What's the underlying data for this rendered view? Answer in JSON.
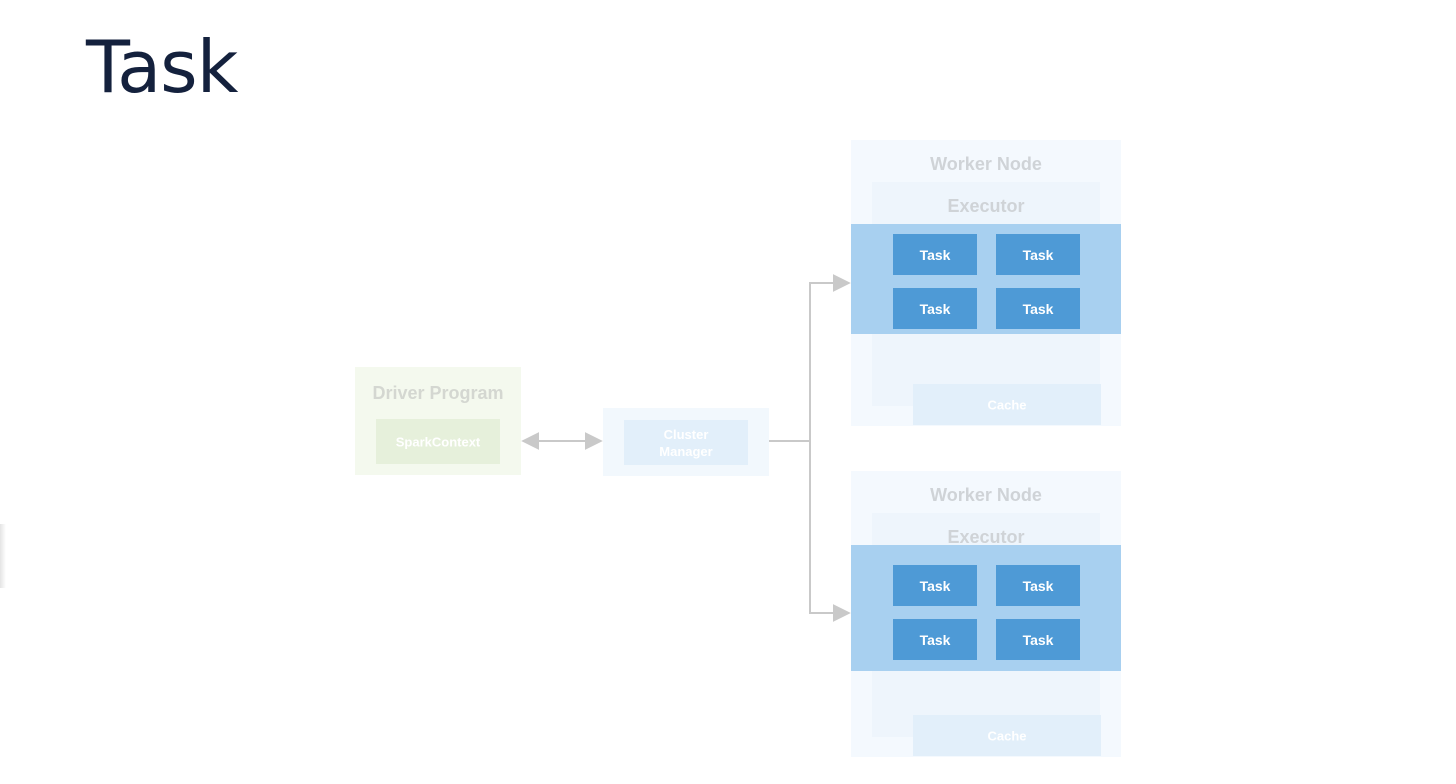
{
  "title": "Task",
  "diagram": {
    "driver": {
      "title": "Driver Program",
      "spark_context": "SparkContext"
    },
    "cluster_manager": {
      "label": "Cluster\nManager"
    },
    "workers": [
      {
        "title": "Worker Node",
        "executor": "Executor",
        "tasks": [
          "Task",
          "Task",
          "Task",
          "Task"
        ],
        "cache": "Cache"
      },
      {
        "title": "Worker Node",
        "executor": "Executor",
        "tasks": [
          "Task",
          "Task",
          "Task",
          "Task"
        ],
        "cache": "Cache"
      }
    ]
  }
}
